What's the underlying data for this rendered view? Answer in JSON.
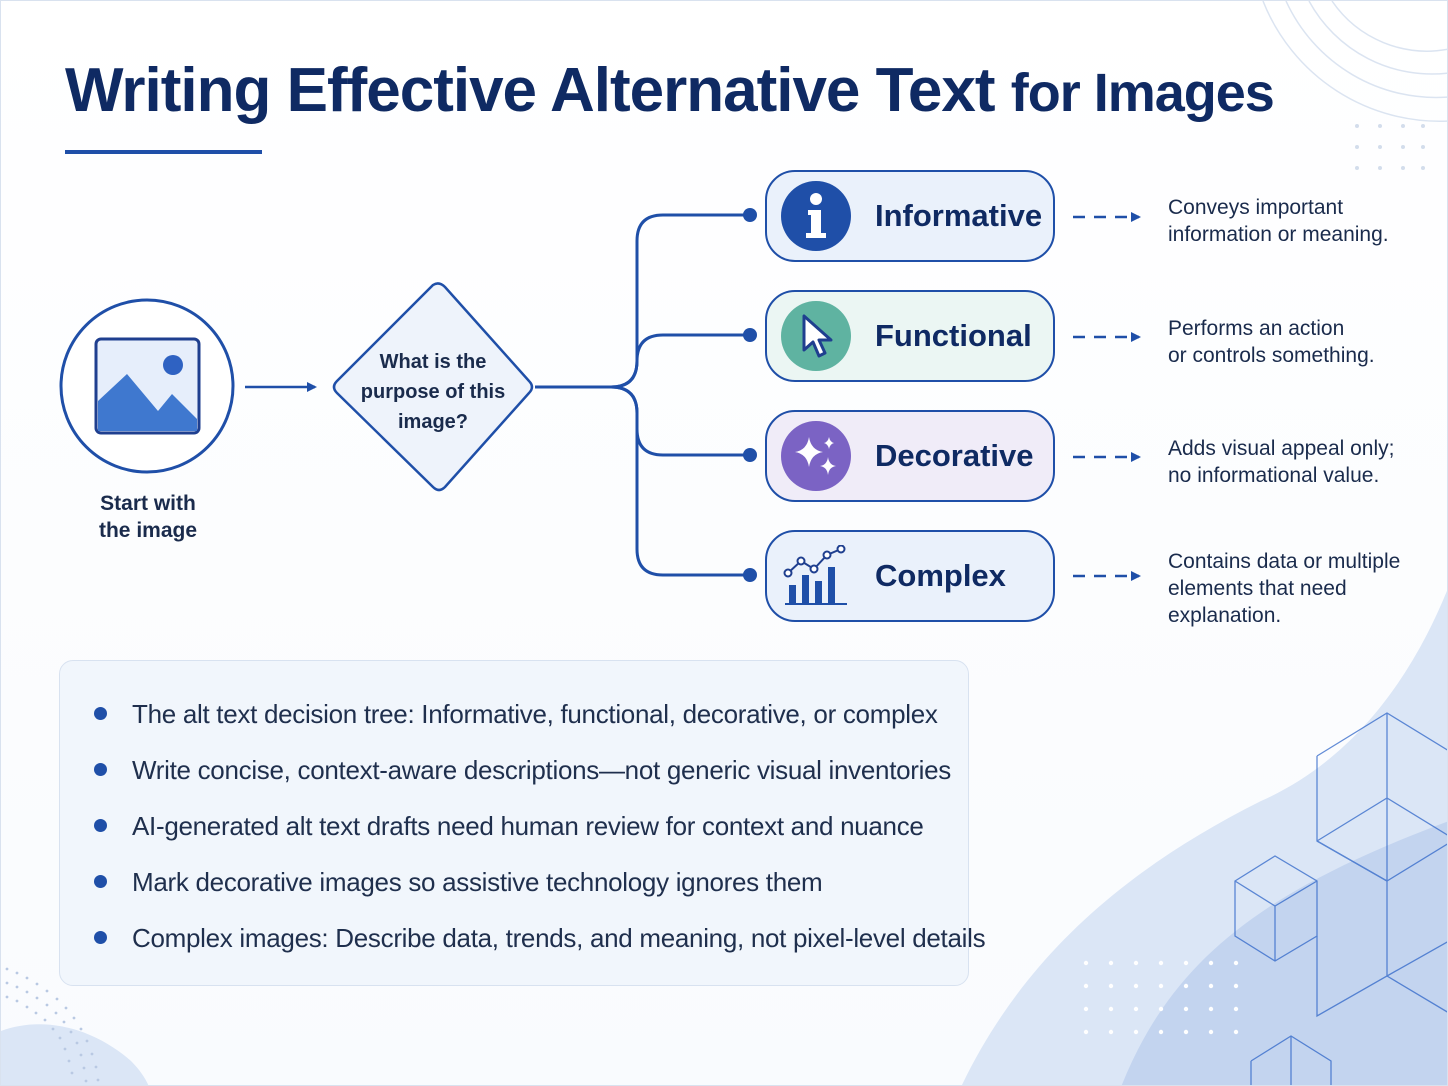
{
  "title": {
    "main": "Writing Effective Alternative Text",
    "suffix": "for Images"
  },
  "start": {
    "icon": "image-icon",
    "label": "Start with\nthe image"
  },
  "decision": {
    "question": "What is the\npurpose of this\nimage?"
  },
  "categories": [
    {
      "label": "Informative",
      "icon": "info-icon",
      "color": "#1f4fa8",
      "bg": "#eaf1fb",
      "description": "Conveys important\ninformation or meaning."
    },
    {
      "label": "Functional",
      "icon": "cursor-icon",
      "color": "#5fb3a1",
      "bg": "#ebf6f3",
      "description": "Performs an action\nor controls something."
    },
    {
      "label": "Decorative",
      "icon": "sparkle-icon",
      "color": "#7b63c4",
      "bg": "#f0ecf8",
      "description": "Adds visual appeal only;\nno informational value."
    },
    {
      "label": "Complex",
      "icon": "chart-icon",
      "color": "#1f4fa8",
      "bg": "#eaf1fb",
      "description": "Contains data or multiple\nelements that need\nexplanation."
    }
  ],
  "bullets": [
    "The alt text decision tree: Informative, functional, decorative, or complex",
    "Write concise, context-aware descriptions—not generic visual inventories",
    "AI-generated alt text drafts need human review for context and nuance",
    "Mark decorative images so assistive technology ignores them",
    "Complex images: Describe data, trends, and meaning, not pixel-level details"
  ],
  "colors": {
    "title": "#0f2a63",
    "accent": "#1f4fa8",
    "text": "#1a2b4c"
  }
}
